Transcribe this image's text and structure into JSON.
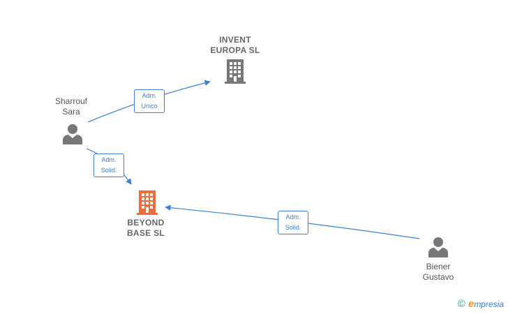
{
  "nodes": {
    "invent_europa": {
      "line1": "INVENT",
      "line2": "EUROPA  SL",
      "type": "company"
    },
    "beyond_base": {
      "line1": "BEYOND",
      "line2": "BASE  SL",
      "type": "company-highlight"
    },
    "sharrouf_sara": {
      "line1": "Sharrouf",
      "line2": "Sara",
      "type": "person"
    },
    "biener_gustavo": {
      "line1": "Biener",
      "line2": "Gustavo",
      "type": "person"
    }
  },
  "edges": [
    {
      "from": "Sharrouf Sara",
      "to": "INVENT EUROPA SL",
      "line1": "Adm.",
      "line2": "Unico"
    },
    {
      "from": "Sharrouf Sara",
      "to": "BEYOND BASE SL",
      "line1": "Adm.",
      "line2": "Solid."
    },
    {
      "from": "Biener Gustavo",
      "to": "BEYOND BASE SL",
      "line1": "Adm.",
      "line2": "Solid."
    }
  ],
  "colors": {
    "edge": "#3a7fd0",
    "company_icon": "#777777",
    "highlight_icon": "#f26b3a",
    "person_icon": "#777777"
  },
  "footer": {
    "copyright": "©",
    "brand_initial": "e",
    "brand_rest": "mpresia"
  }
}
